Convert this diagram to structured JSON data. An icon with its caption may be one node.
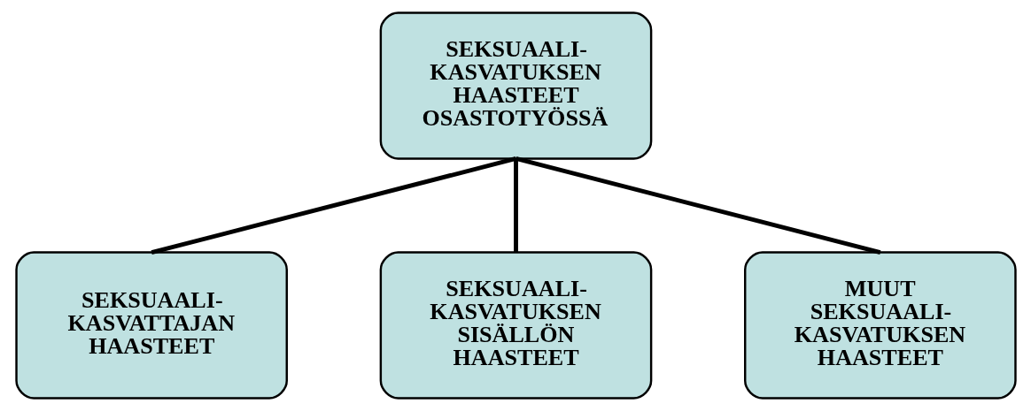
{
  "diagram": {
    "nodes": [
      {
        "text": [
          "SEKSUAALI- KASVATUKSEN HAASTEET OSASTOTYÖSSÄ"
        ]
      },
      {
        "text": [
          "SEKSUAALI- KASVATTAJAN HAASTEET"
        ]
      },
      {
        "text": [
          "SEKSUAALI- KASVATUKSEN SISÄLLÖN HAASTEET"
        ]
      },
      {
        "text": [
          "MUUT SEKSUAALI- KASVATUKSEN HAASTEET"
        ]
      }
    ],
    "edges": [
      {
        "from": 0,
        "to": 1,
        "arrow": "none"
      },
      {
        "from": 0,
        "to": 2,
        "arrow": "none"
      },
      {
        "from": 0,
        "to": 3,
        "arrow": "none"
      }
    ]
  }
}
